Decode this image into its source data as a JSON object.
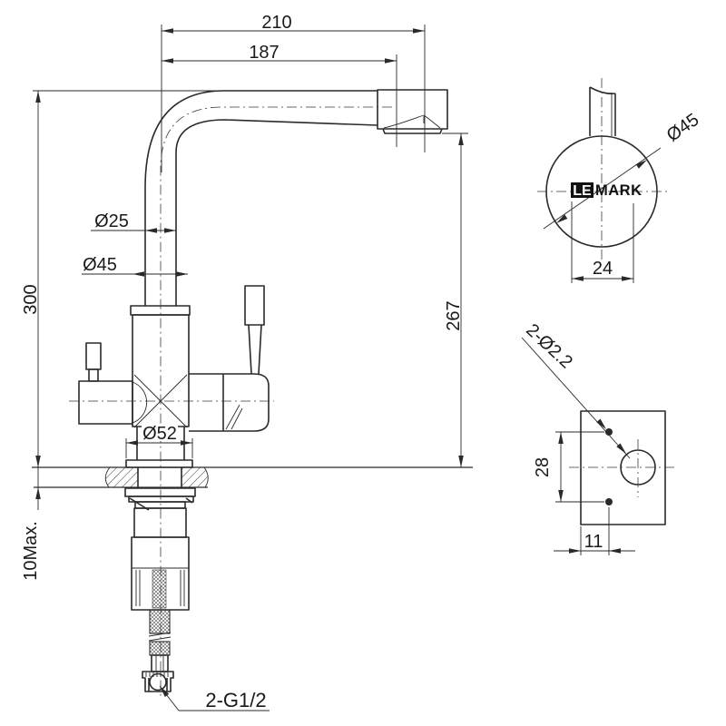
{
  "colors": {
    "line": "#2a2a2a",
    "background": "#ffffff",
    "logo_bg": "#111111"
  },
  "front_view": {
    "dimensions": {
      "overall_width": "210",
      "spout_reach": "187",
      "overall_height": "300",
      "spout_height": "267",
      "pipe_diameter": "Ø25",
      "body_diameter": "Ø45",
      "base_diameter": "Ø52",
      "deck_thickness": "10Max.",
      "connection_thread": "2-G1/2"
    }
  },
  "top_view": {
    "dimensions": {
      "base_diameter": "Ø45",
      "outlet_width": "24"
    },
    "logo": {
      "prefix": "LE",
      "suffix": "MARK"
    }
  },
  "hole_template_view": {
    "dimensions": {
      "holes": "2-Ø2.2",
      "hole_spacing": "28",
      "hole_offset": "11"
    }
  }
}
